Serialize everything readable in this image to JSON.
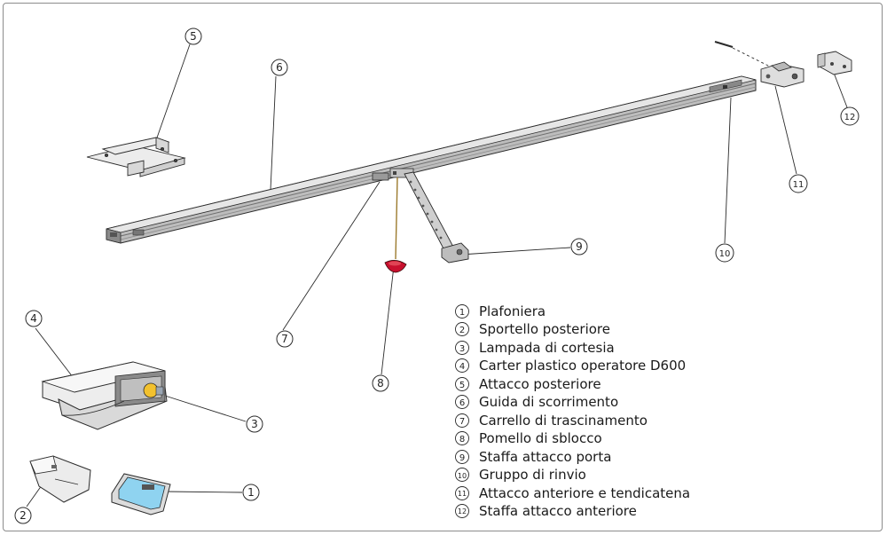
{
  "callouts": [
    {
      "id": 1,
      "label": "1"
    },
    {
      "id": 2,
      "label": "2"
    },
    {
      "id": 3,
      "label": "3"
    },
    {
      "id": 4,
      "label": "4"
    },
    {
      "id": 5,
      "label": "5"
    },
    {
      "id": 6,
      "label": "6"
    },
    {
      "id": 7,
      "label": "7"
    },
    {
      "id": 8,
      "label": "8"
    },
    {
      "id": 9,
      "label": "9"
    },
    {
      "id": 10,
      "label": "10"
    },
    {
      "id": 11,
      "label": "11"
    },
    {
      "id": 12,
      "label": "12"
    }
  ],
  "legend": [
    {
      "num": "1",
      "text": "Plafoniera"
    },
    {
      "num": "2",
      "text": "Sportello posteriore"
    },
    {
      "num": "3",
      "text": "Lampada di cortesia"
    },
    {
      "num": "4",
      "text": "Carter plastico operatore D600"
    },
    {
      "num": "5",
      "text": "Attacco posteriore"
    },
    {
      "num": "6",
      "text": "Guida di scorrimento"
    },
    {
      "num": "7",
      "text": "Carrello di trascinamento"
    },
    {
      "num": "8",
      "text": "Pomello di sblocco"
    },
    {
      "num": "9",
      "text": "Staffa attacco porta"
    },
    {
      "num": "10",
      "text": "Gruppo di rinvio"
    },
    {
      "num": "11",
      "text": "Attacco anteriore e tendicatena"
    },
    {
      "num": "12",
      "text": "Staffa attacco anteriore"
    }
  ],
  "colors": {
    "line": "#2b2b2b",
    "rail_light": "#d9d9d9",
    "rail_mid": "#a8a8a8",
    "rail_dark": "#6e6e6e",
    "knob": "#c8102e",
    "lamp": "#f2c12e",
    "cover_blue": "#8fd3f0"
  }
}
